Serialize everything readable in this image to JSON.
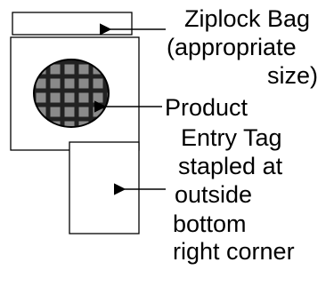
{
  "labels": {
    "bag_line1": "Ziplock Bag",
    "bag_line2": "(appropriate",
    "bag_line3": "size)",
    "product": "Product",
    "tag_line1": "Entry Tag",
    "tag_line2": "stapled at",
    "tag_line3": "outside",
    "tag_line4": "bottom",
    "tag_line5": "right corner"
  },
  "colors": {
    "ink": "#000000",
    "paper": "#ffffff",
    "mesh_fill": "#8a8a8a"
  }
}
